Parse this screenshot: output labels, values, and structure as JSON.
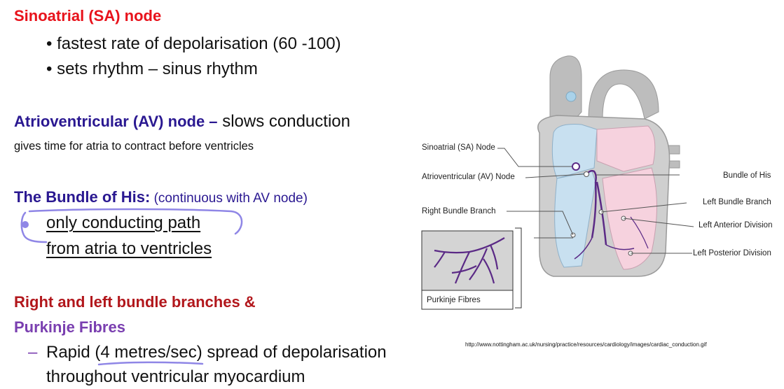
{
  "sa": {
    "heading": "Sinoatrial (SA) node",
    "bullets": [
      "fastest rate of depolarisation (60 -100)",
      "sets rhythm – sinus rhythm"
    ]
  },
  "av": {
    "heading": "Atrioventricular (AV) node –",
    "inline": " slows conduction",
    "sub": "gives time for atria to contract before ventricles"
  },
  "his": {
    "heading": "The Bundle of His:",
    "paren": " (continuous with AV node)",
    "line1": "only conducting path",
    "line2": "from atria to ventricles"
  },
  "branches": {
    "heading": "Right and left bundle branches &",
    "purkinje": "Purkinje Fibres",
    "dash": "–",
    "text1_pre": "Rapid (",
    "text1_ul": "4 metres/sec",
    "text1_post": ") spread of depolarisation",
    "text2": "throughout ventricular myocardium"
  },
  "diagram": {
    "labels": {
      "sa": "Sinoatrial (SA) Node",
      "av": "Atrioventricular (AV) Node",
      "rbb": "Right Bundle Branch",
      "his": "Bundle of His",
      "lbb": "Left Bundle Branch",
      "lad": "Left Anterior Division",
      "lpd": "Left Posterior Division",
      "purkinje": "Purkinje Fibres"
    },
    "source_url": "http://www.nottingham.ac.uk/nursing/practice/resources/cardiology/images/cardiac_conduction.gif"
  },
  "colors": {
    "red": "#e8121b",
    "navy": "#2a1891",
    "dark_red": "#b2171c",
    "purple": "#7a3fb0",
    "annotation": "#8f86e6"
  }
}
